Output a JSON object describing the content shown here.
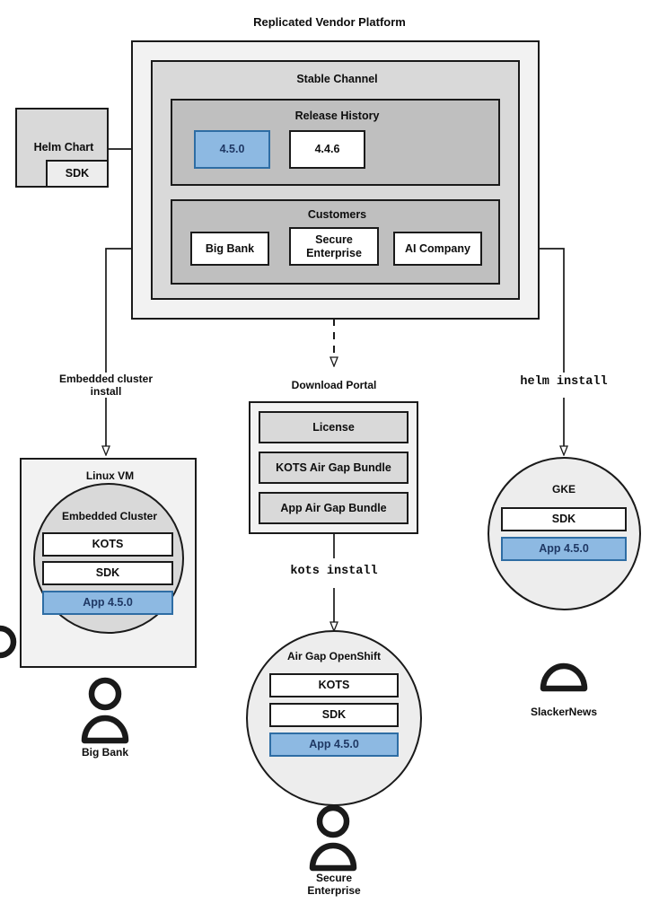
{
  "diagram": {
    "title": "Replicated Vendor Platform",
    "platform": {
      "stable_channel": {
        "label": "Stable Channel",
        "release_history": {
          "label": "Release History",
          "releases": [
            {
              "version": "4.5.0",
              "highlighted": true
            },
            {
              "version": "4.4.6",
              "highlighted": false
            }
          ]
        },
        "customers": {
          "label": "Customers",
          "items": [
            {
              "name": "Big Bank"
            },
            {
              "name": "Secure\nEnterprise"
            },
            {
              "name": "AI Company"
            }
          ]
        }
      }
    },
    "source": {
      "label": "Helm Chart",
      "sub_label": "SDK"
    },
    "edges": [
      {
        "label": "Embedded cluster\ninstall",
        "style": "solid"
      },
      {
        "label": "helm install",
        "style": "solid",
        "mono": true
      },
      {
        "label": "kots install",
        "style": "solid",
        "mono": true
      }
    ],
    "download_portal": {
      "label": "Download Portal",
      "items": [
        "License",
        "KOTS Air Gap Bundle",
        "App Air Gap Bundle"
      ]
    },
    "targets": [
      {
        "id": "linux-vm",
        "shape": "rect",
        "label": "Linux VM",
        "inner_label": "Embedded Cluster",
        "components": [
          {
            "name": "KOTS",
            "highlighted": false
          },
          {
            "name": "SDK",
            "highlighted": false
          },
          {
            "name": "App 4.5.0",
            "highlighted": true
          }
        ],
        "actor": "Big Bank"
      },
      {
        "id": "air-gap-openshift",
        "shape": "circle",
        "label": "Air Gap OpenShift",
        "components": [
          {
            "name": "KOTS",
            "highlighted": false
          },
          {
            "name": "SDK",
            "highlighted": false
          },
          {
            "name": "App 4.5.0",
            "highlighted": true
          }
        ],
        "actor": "Secure\nEnterprise"
      },
      {
        "id": "gke",
        "shape": "circle",
        "label": "GKE",
        "components": [
          {
            "name": "SDK",
            "highlighted": false
          },
          {
            "name": "App 4.5.0",
            "highlighted": true
          }
        ],
        "actor": "SlackerNews"
      }
    ],
    "labels": {
      "embedded_cluster_install_l1": "Embedded cluster",
      "embedded_cluster_install_l2": "install",
      "helm_install": "helm install",
      "kots_install": "kots install",
      "actor_big_bank": "Big Bank",
      "actor_secure_l1": "Secure",
      "actor_secure_l2": "Enterprise",
      "actor_slackernews": "SlackerNews"
    },
    "colors": {
      "highlight_fill": "#8db9e2",
      "highlight_border": "#2e6da4",
      "highlight_text": "#1f3864",
      "stroke": "#1a1a1a",
      "platform_fill": "#f2f2f2",
      "channel_fill": "#d9d9d9",
      "group_fill": "#bfbfbf"
    }
  }
}
